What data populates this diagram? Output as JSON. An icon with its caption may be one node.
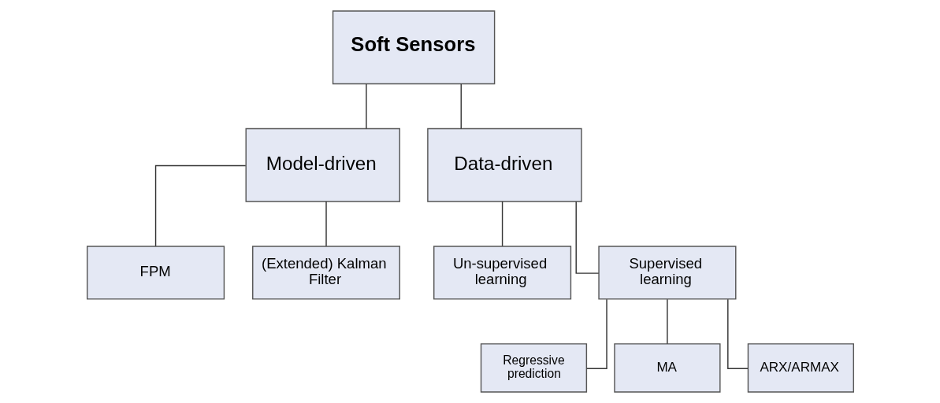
{
  "diagram": {
    "nodes": [
      {
        "text": [
          "Soft Sensors"
        ]
      },
      {
        "text": [
          "Model-driven"
        ]
      },
      {
        "text": [
          "Data-driven"
        ]
      },
      {
        "text": [
          "FPM"
        ]
      },
      {
        "text": [
          "(Extended) Kalman Filter"
        ]
      },
      {
        "text": [
          "Un-supervised learning"
        ]
      },
      {
        "text": [
          "Supervised learning"
        ]
      },
      {
        "text": [
          "Regressive prediction"
        ]
      },
      {
        "text": [
          "MA"
        ]
      },
      {
        "text": [
          "ARX/ARMAX"
        ]
      }
    ],
    "edges": [
      {
        "from": 0,
        "to": 1,
        "arrow": "none"
      },
      {
        "from": 0,
        "to": 2,
        "arrow": "none"
      },
      {
        "from": 1,
        "to": 3,
        "arrow": "none"
      },
      {
        "from": 1,
        "to": 4,
        "arrow": "none"
      },
      {
        "from": 2,
        "to": 5,
        "arrow": "none"
      },
      {
        "from": 2,
        "to": 6,
        "arrow": "none"
      },
      {
        "from": 6,
        "to": 7,
        "arrow": "none"
      },
      {
        "from": 6,
        "to": 8,
        "arrow": "none"
      },
      {
        "from": 6,
        "to": 9,
        "arrow": "none"
      }
    ]
  }
}
